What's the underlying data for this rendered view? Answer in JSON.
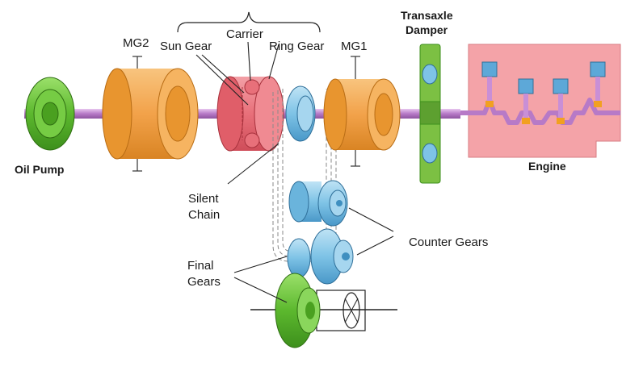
{
  "labels": {
    "carrier": "Carrier",
    "mg2": "MG2",
    "sun_gear": "Sun Gear",
    "ring_gear": "Ring Gear",
    "mg1": "MG1",
    "transaxle_damper_line1": "Transaxle",
    "transaxle_damper_line2": "Damper",
    "oil_pump": "Oil Pump",
    "engine": "Engine",
    "silent_chain_line1": "Silent",
    "silent_chain_line2": "Chain",
    "counter_gears": "Counter Gears",
    "final_gears_line1": "Final",
    "final_gears_line2": "Gears"
  },
  "colors": {
    "oil_pump": "#5cb82e",
    "motor": "#f2a24a",
    "motor_dark": "#d98423",
    "planetary": "#e8707a",
    "shaft": "#c98fd6",
    "gear_blue": "#7ec3e6",
    "gear_blue_dark": "#3f8fc0",
    "engine_block": "#f4a3a8",
    "piston": "#5da8d8",
    "bearing": "#f2a020",
    "damper": "#7cc043"
  }
}
